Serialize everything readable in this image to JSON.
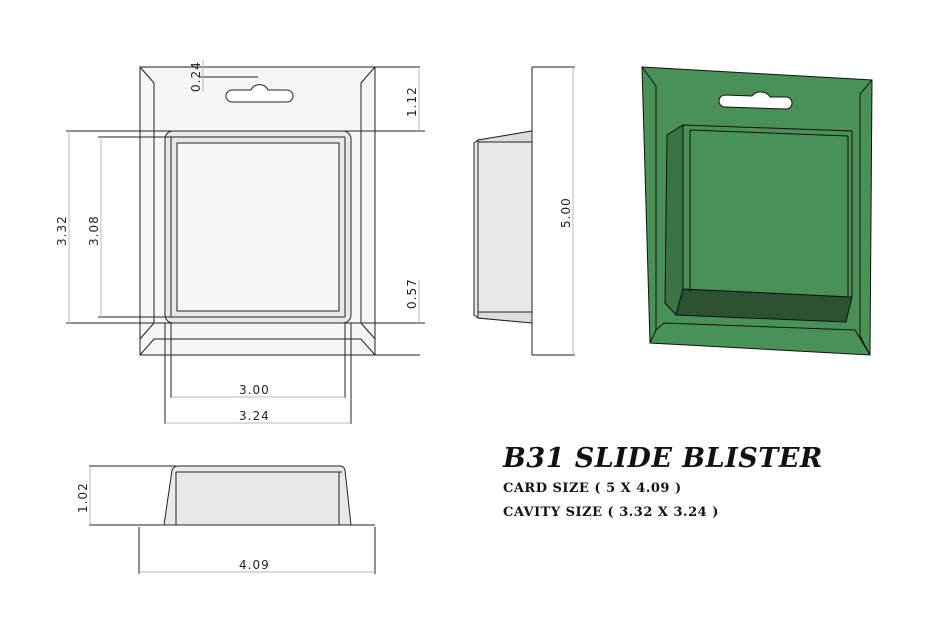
{
  "title_block": {
    "title": "B31 SLIDE BLISTER",
    "card_size": "CARD SIZE ( 5 X 4.09 )",
    "cavity_size": "CAVITY SIZE ( 3.32 X 3.24 )"
  },
  "front_view": {
    "dims": {
      "hang_hole_offset": "0.24",
      "top_to_cavity": "1.12",
      "cavity_outer_height": "3.32",
      "cavity_inner_height": "3.08",
      "bottom_to_cavity": "0.57",
      "cavity_inner_width": "3.00",
      "cavity_outer_width": "3.24"
    }
  },
  "side_view": {
    "dims": {
      "card_height": "5.00"
    }
  },
  "bottom_view": {
    "dims": {
      "cavity_depth": "1.02",
      "card_width": "4.09"
    }
  },
  "iso_view": {
    "colors": {
      "face": "#4a9157",
      "shadow": "#2c5233",
      "side": "#3a7444",
      "edge": "#111111"
    }
  },
  "colors": {
    "part_fill": "#f6f6f6",
    "cavity_wall": "#e8e8e8",
    "dim_line": "#b8b8b8",
    "edge": "#222222"
  }
}
